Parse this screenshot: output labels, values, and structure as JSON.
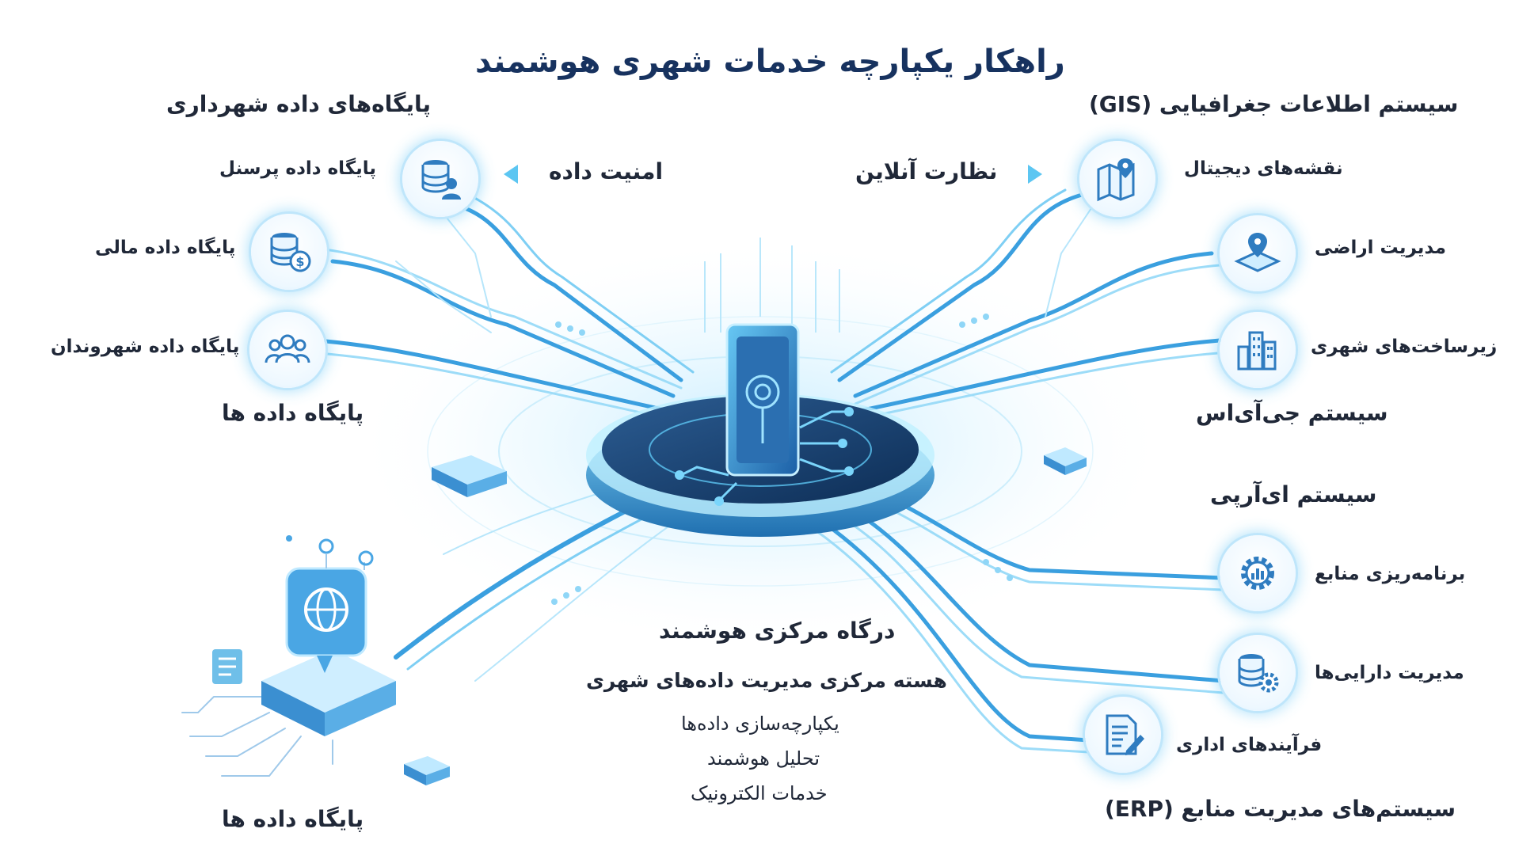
{
  "title": "راهکار یکپارچه خدمات شهری هوشمند",
  "left": {
    "header": "پایگاه‌های داده شهرداری",
    "items": [
      "پایگاه داده پرسنل",
      "پایگاه داده مالی",
      "پایگاه داده شهروندان"
    ],
    "footer": "پایگاه داده ها",
    "bottom_label": "پایگاه داده ها",
    "icons": [
      "database-user-icon",
      "database-money-icon",
      "users-group-icon"
    ]
  },
  "arrows": {
    "data_security": "امنیت داده",
    "online_monitoring": "نظارت آنلاین"
  },
  "gis": {
    "header": "سیستم اطلاعات جغرافیایی (GIS)",
    "items": [
      "نقشه‌های دیجیتال",
      "مدیریت اراضی",
      "زیرساخت‌های شهری"
    ],
    "footer": "سیستم جی‌آی‌اس",
    "icons": [
      "folded-map-pin-icon",
      "land-pin-icon",
      "city-buildings-icon"
    ]
  },
  "erp": {
    "header": "سیستم ای‌آرپی",
    "items": [
      "برنامه‌ریزی منابع",
      "مدیریت دارایی‌ها",
      "فرآیندهای اداری"
    ],
    "footer": "سیستم‌های مدیریت منابع (ERP)",
    "icons": [
      "gear-chart-icon",
      "database-gear-icon",
      "document-pen-icon"
    ]
  },
  "center": {
    "title": "درگاه مرکزی هوشمند",
    "subtitle": "هسته مرکزی مدیریت داده‌های شهری",
    "lines": [
      "یکپارچه‌سازی داده‌ها",
      "تحلیل هوشمند",
      "خدمات الکترونیک"
    ]
  },
  "colors": {
    "accent": "#3fb4ec",
    "accent_light": "#9fdcf8",
    "title": "#17325f",
    "text": "#202838"
  }
}
